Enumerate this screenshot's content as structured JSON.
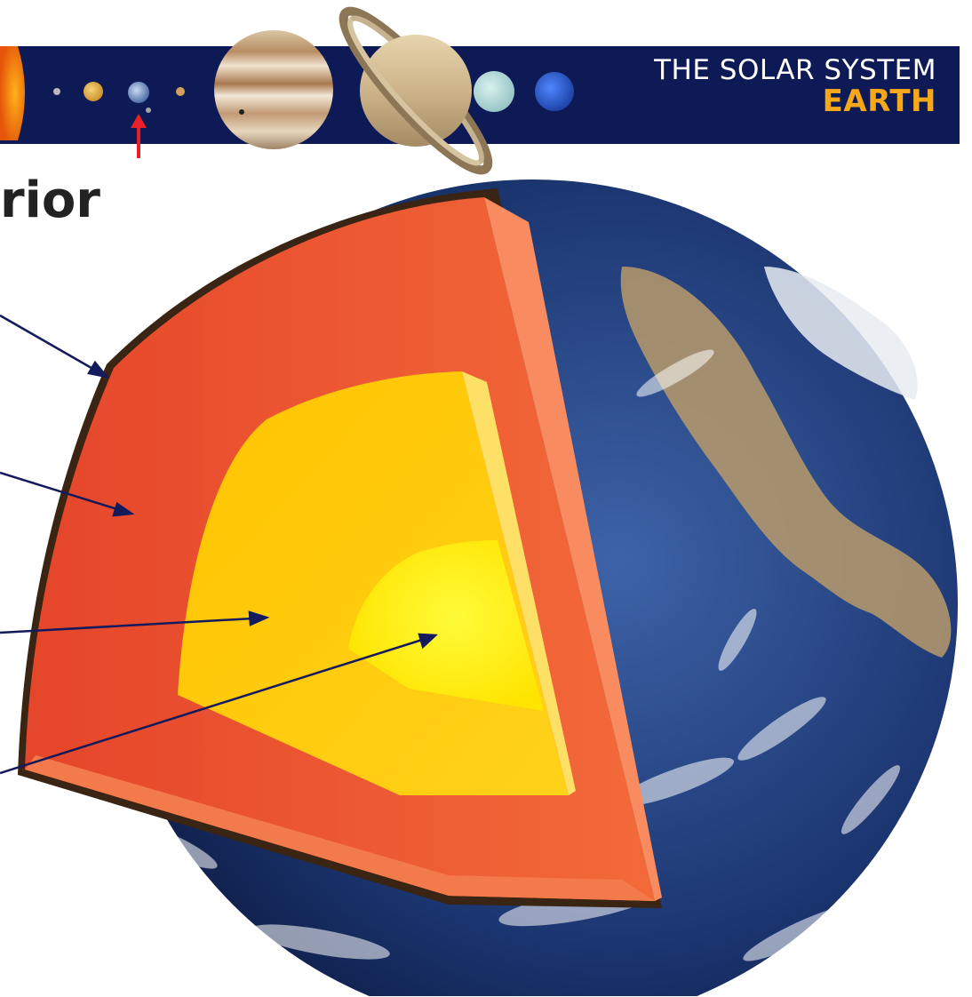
{
  "header": {
    "title": "THE SOLAR SYSTEM",
    "subtitle": "EARTH"
  },
  "page": {
    "heading": "rior"
  },
  "planets": [
    "sun",
    "mercury",
    "venus",
    "earth",
    "mars",
    "jupiter",
    "saturn",
    "uranus",
    "neptune"
  ],
  "colors": {
    "banner": "#0d1a55",
    "accent": "#f6a81a",
    "pointer": "#e8202a",
    "mantle": "#f0552b",
    "outer_core": "#ffc400",
    "inner_core": "#ffee00",
    "ocean": "#1b3570",
    "leader_line": "#141a5c"
  }
}
